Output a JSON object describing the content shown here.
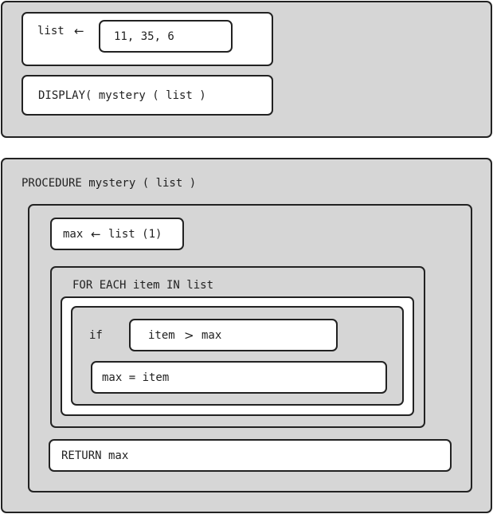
{
  "main_block": {
    "assign_var": "list",
    "assign_arrow": "←",
    "assign_value": "11, 35, 6",
    "display_statement": "DISPLAY( mystery ( list )"
  },
  "procedure": {
    "header": "PROCEDURE mystery ( list )",
    "init_var": "max",
    "init_arrow": "←",
    "init_expr": "list (1)",
    "loop_header": "FOR EACH item IN list",
    "if_keyword": "if",
    "condition_left": "item",
    "condition_op": ">",
    "condition_right": "max",
    "body_statement": "max = item",
    "return_statement": "RETURN max"
  }
}
